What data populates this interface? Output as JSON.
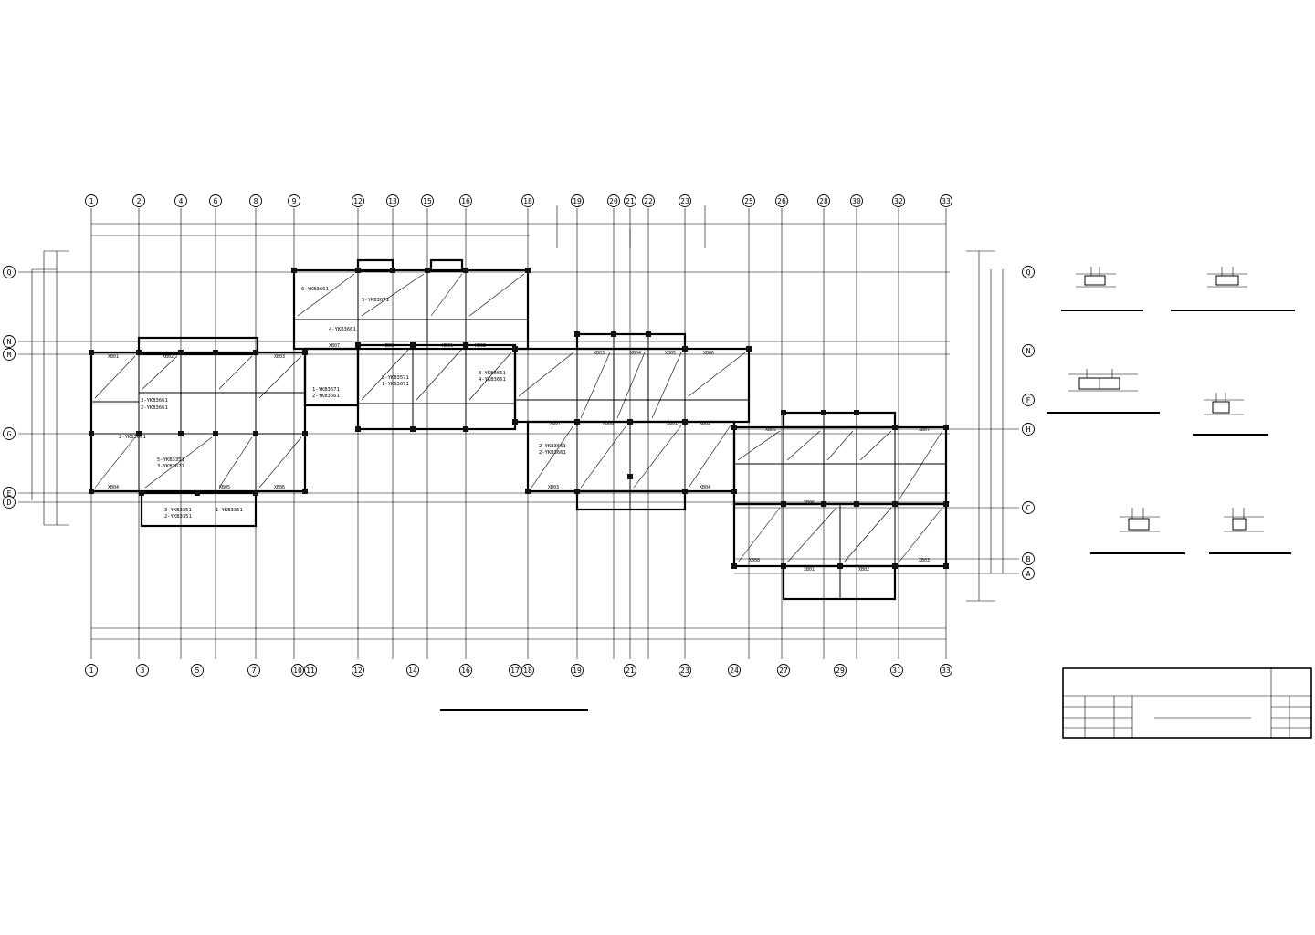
{
  "drawing": {
    "top_axes": [
      "1",
      "2",
      "4",
      "6",
      "8",
      "9",
      "12",
      "13",
      "15",
      "16",
      "18",
      "19",
      "20",
      "21",
      "22",
      "23",
      "25",
      "26",
      "28",
      "30",
      "32",
      "33"
    ],
    "bottom_axes": [
      "1",
      "3",
      "5",
      "7",
      "10",
      "11",
      "12",
      "14",
      "16",
      "17",
      "18",
      "19",
      "21",
      "23",
      "24",
      "27",
      "29",
      "31",
      "33"
    ],
    "left_axes": [
      "Q",
      "N",
      "M",
      "G",
      "E",
      "D"
    ],
    "right_axes": [
      "Q",
      "N",
      "F",
      "H",
      "C",
      "B",
      "A"
    ],
    "slab_labels": [
      "6-YKB3661",
      "5-YKB3671",
      "3-YKB3661",
      "2-YKB3661",
      "5-YKB3351",
      "3-YKB3671",
      "3-YKB3351",
      "2-YKB3351",
      "1-YKB3671",
      "2-YKB3661",
      "3-YKB3661",
      "4-YKB3661",
      "5-YKB3571",
      "1-YKB3671",
      "2-YKB3661",
      "2-YKB3661",
      "4-YKB3661",
      "1-YKB3351",
      "2-YKB3661"
    ],
    "beam_labels": [
      "XB01",
      "XB02",
      "XB03",
      "XB04",
      "XB05",
      "XB06",
      "XB07",
      "XB08"
    ]
  }
}
